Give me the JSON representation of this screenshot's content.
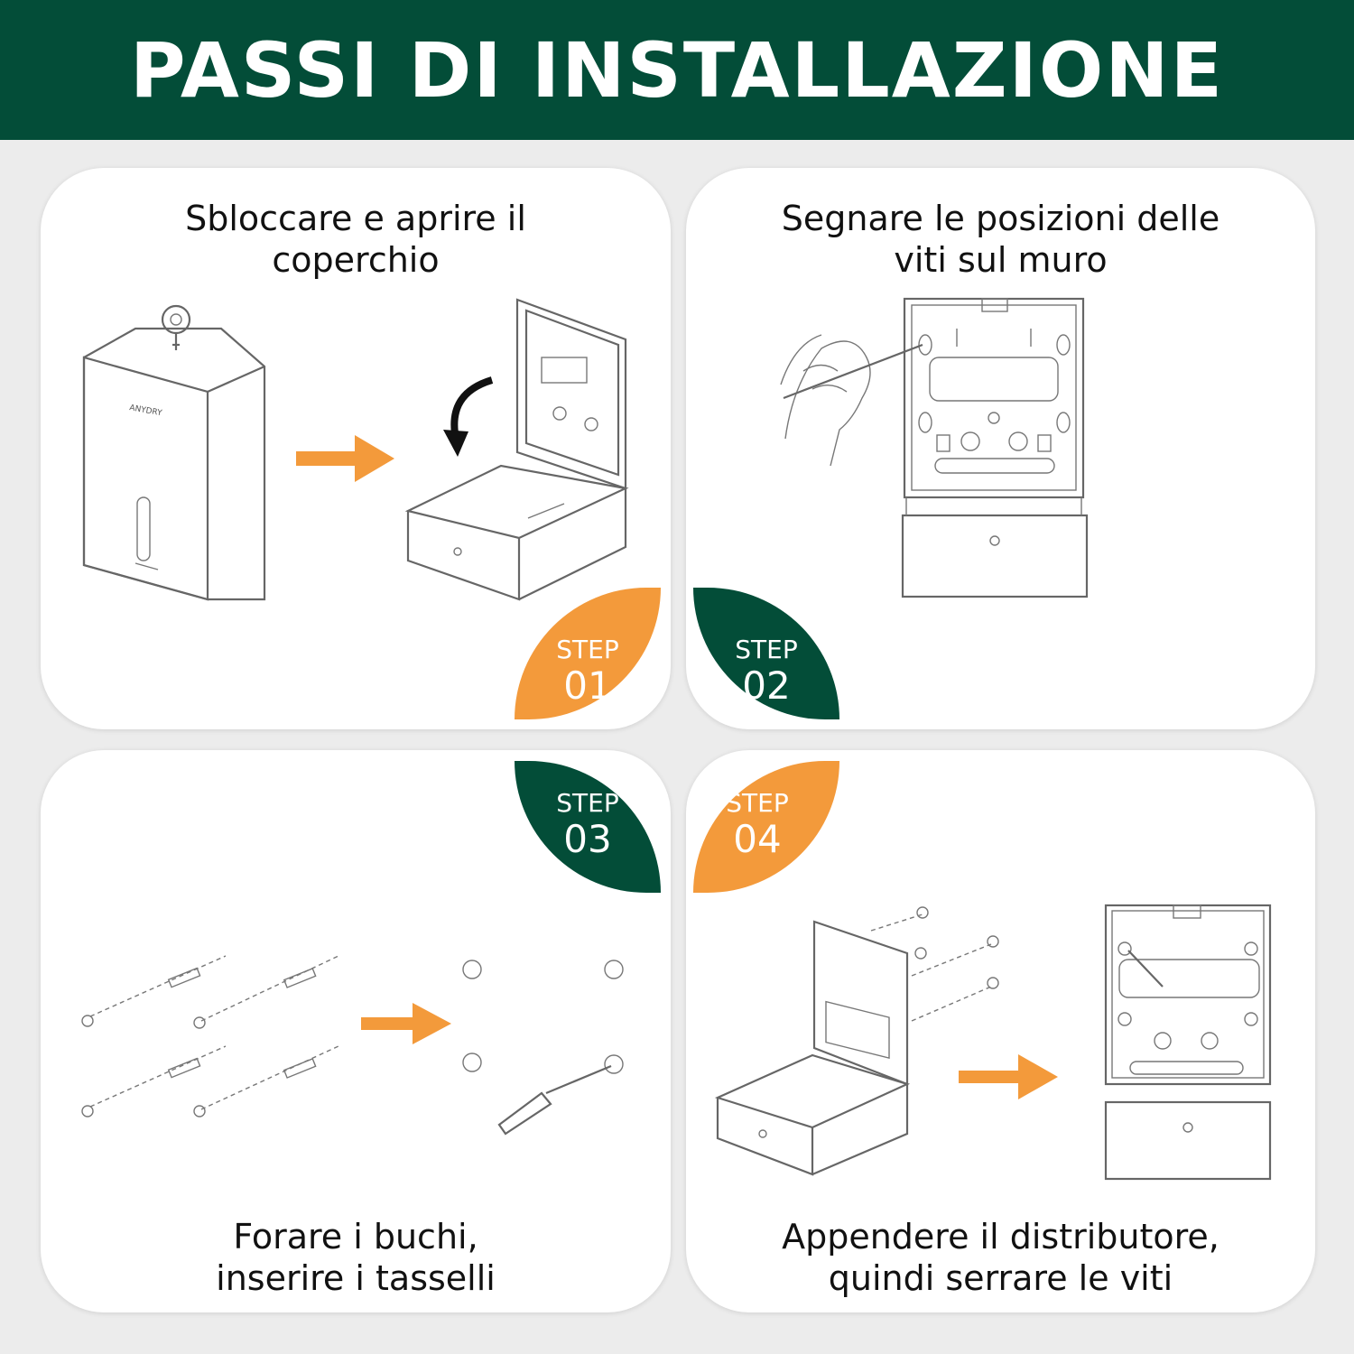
{
  "title": "PASSI DI INSTALLAZIONE",
  "brand": "ANYDRY",
  "colors": {
    "dark_green": "#034d38",
    "orange": "#f39a3b",
    "background": "#ececec",
    "card": "#ffffff"
  },
  "steps": [
    {
      "label": "STEP",
      "number": "01",
      "caption": [
        "Sbloccare e aprire il",
        "coperchio"
      ],
      "badge_color": "orange"
    },
    {
      "label": "STEP",
      "number": "02",
      "caption": [
        "Segnare le posizioni delle",
        "viti sul muro"
      ],
      "badge_color": "dark_green"
    },
    {
      "label": "STEP",
      "number": "03",
      "caption": [
        "Forare i buchi,",
        "inserire i tasselli"
      ],
      "badge_color": "dark_green"
    },
    {
      "label": "STEP",
      "number": "04",
      "caption": [
        "Appendere il distributore,",
        "quindi serrare le viti"
      ],
      "badge_color": "orange"
    }
  ],
  "icons": [
    "key-icon",
    "arrow-right-icon",
    "curved-arrow-icon",
    "hand-pencil-icon",
    "screw-icon",
    "wall-plug-icon",
    "screwdriver-icon"
  ]
}
